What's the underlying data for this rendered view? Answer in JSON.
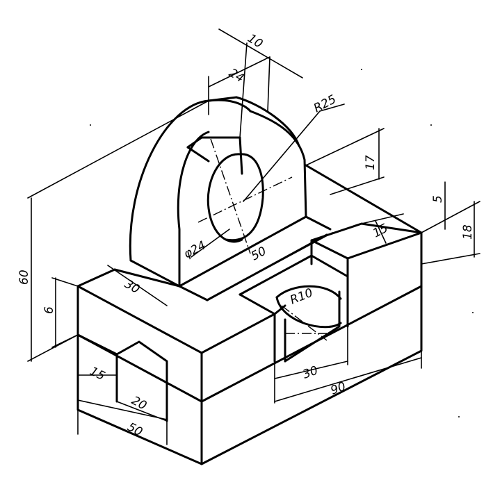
{
  "dimensions": {
    "d10": "10",
    "d24": "24",
    "r25": "R25",
    "d17": "17",
    "d5": "5",
    "d18": "18",
    "d60": "60",
    "d6": "6",
    "d30_slot": "30",
    "d50_top": "50",
    "phi24": "φ24",
    "d15_top": "15",
    "r10": "R10",
    "d15_front": "15",
    "d20": "20",
    "d50_bottom": "50",
    "d30_bottom": "30",
    "d90": "90"
  }
}
